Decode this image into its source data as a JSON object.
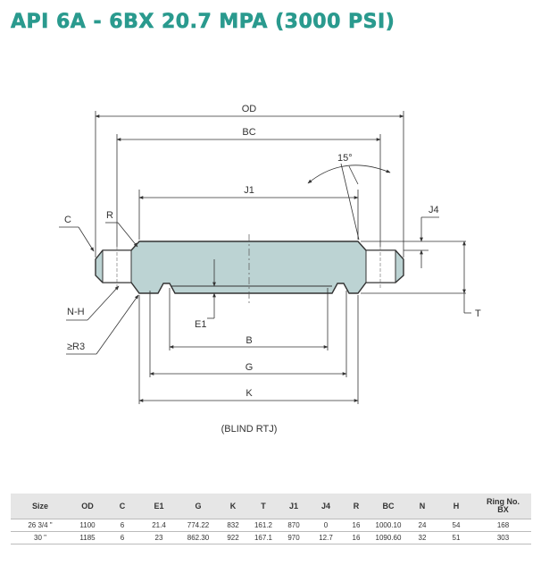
{
  "title": "API 6A - 6BX 20.7 MPA (3000 PSI)",
  "colors": {
    "title": "#2a9a8e",
    "flange_fill": "#bcd3d3",
    "header_bg": "#e6e6e6"
  },
  "diagram": {
    "labels": {
      "od": "OD",
      "bc": "BC",
      "j1": "J1",
      "angle": "15°",
      "j4": "J4",
      "c": "C",
      "r": "R",
      "nh": "N-H",
      "r3": "≥R3",
      "e1": "E1",
      "t": "T",
      "b": "B",
      "g": "G",
      "k": "K"
    },
    "caption": "(BLIND RTJ)"
  },
  "table": {
    "headers": [
      "Size",
      "OD",
      "C",
      "E1",
      "G",
      "K",
      "T",
      "J1",
      "J4",
      "R",
      "BC",
      "N",
      "H"
    ],
    "ring_header_line1": "Ring No.",
    "ring_header_line2": "BX",
    "rows": [
      [
        "26 3/4 \"",
        "1100",
        "6",
        "21.4",
        "774.22",
        "832",
        "161.2",
        "870",
        "0",
        "16",
        "1000.10",
        "24",
        "54",
        "168"
      ],
      [
        "30 \"",
        "1185",
        "6",
        "23",
        "862.30",
        "922",
        "167.1",
        "970",
        "12.7",
        "16",
        "1090.60",
        "32",
        "51",
        "303"
      ]
    ]
  }
}
